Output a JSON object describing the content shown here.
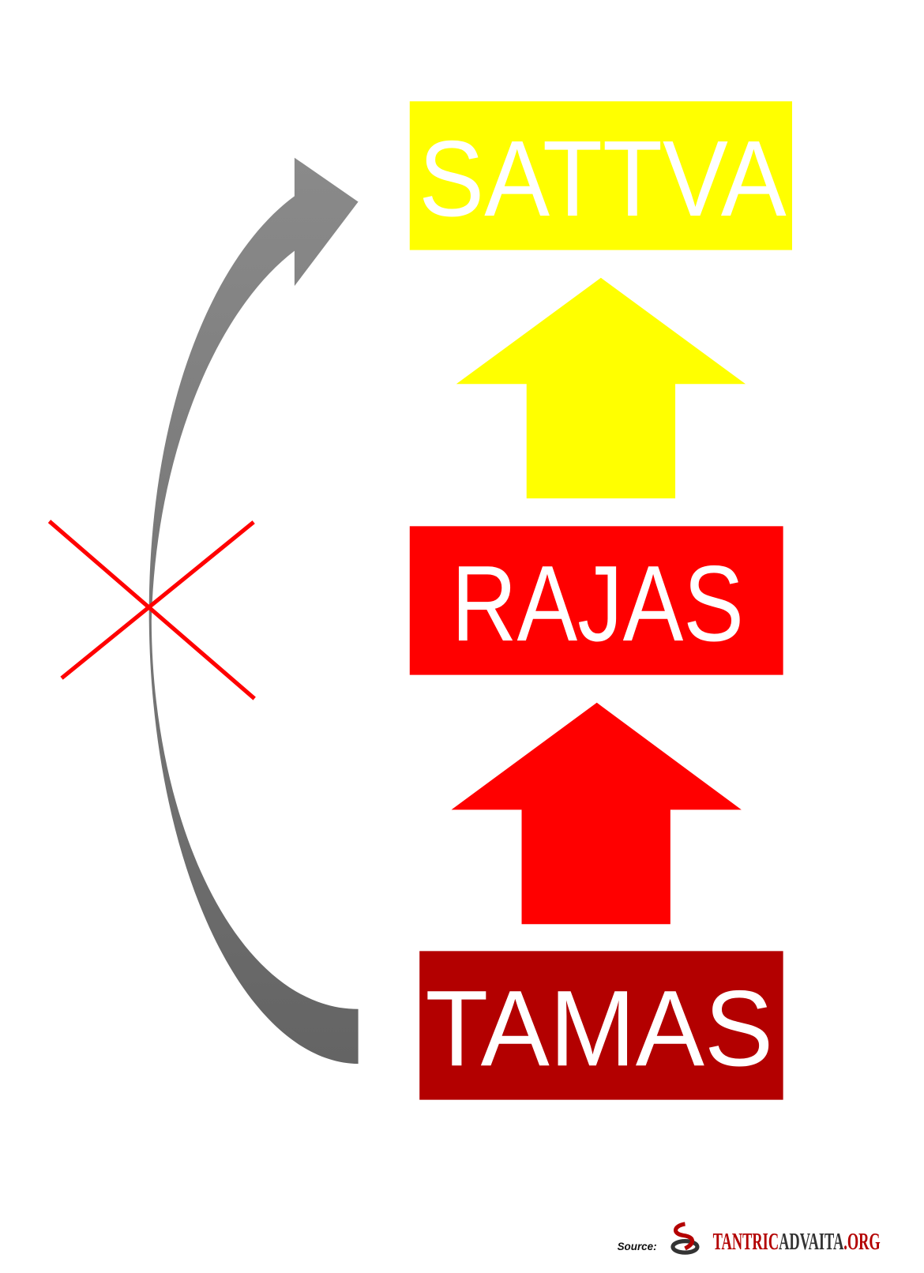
{
  "levels": [
    {
      "label": "SATTVA",
      "color": "#ffff00"
    },
    {
      "label": "RAJAS",
      "color": "#ff0000"
    },
    {
      "label": "TAMAS",
      "color": "#b30000"
    }
  ],
  "arrows": {
    "upper_color": "#ffff00",
    "lower_color": "#ff0000",
    "bypass_color": "#777777",
    "cross_color": "#ff0000"
  },
  "footer": {
    "source_label": "Source:",
    "logo_part1": "TANTRIC",
    "logo_part2": "ADVAITA",
    "logo_part3": ".ORG"
  }
}
